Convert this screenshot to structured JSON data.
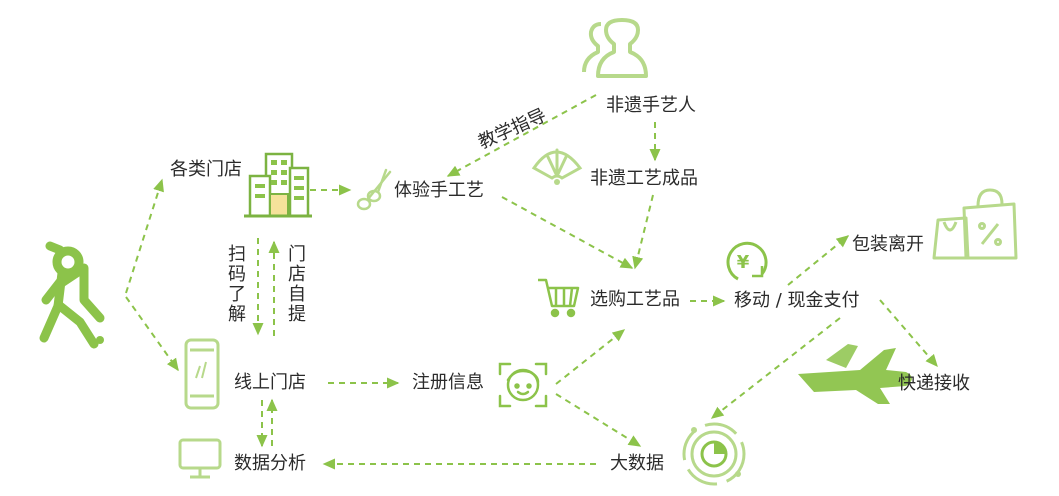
{
  "colors": {
    "green": "#8cc34a",
    "dark_green": "#7cb342",
    "light_green": "#b7d98b",
    "text": "#2b2b2b",
    "yellow": "#f5e29a"
  },
  "nodes": {
    "stores": "各类门店",
    "experience": "体验手工艺",
    "artisan": "非遗手艺人",
    "finished": "非遗工艺成品",
    "select": "选购工艺品",
    "payment": "移动 / 现金支付",
    "pack_leave": "包装离开",
    "express": "快递接收",
    "online_store": "线上门店",
    "register": "注册信息",
    "bigdata": "大数据",
    "analysis": "数据分析"
  },
  "edge_labels": {
    "teaching": "教学指导",
    "scan": "扫码了解",
    "pickup": "门店自提"
  },
  "icons": {
    "person_runner": "runner-icon",
    "stores": "building-icon",
    "experience": "scissors-icon",
    "artisan": "users-icon",
    "finished": "fan-icon",
    "select": "cart-icon",
    "payment": "yuan-coin-icon",
    "pack_leave": "shopping-bag-icon",
    "express": "airplane-icon",
    "online_store": "smartphone-icon",
    "register": "face-scan-icon",
    "bigdata": "orbit-icon",
    "analysis": "monitor-icon"
  }
}
